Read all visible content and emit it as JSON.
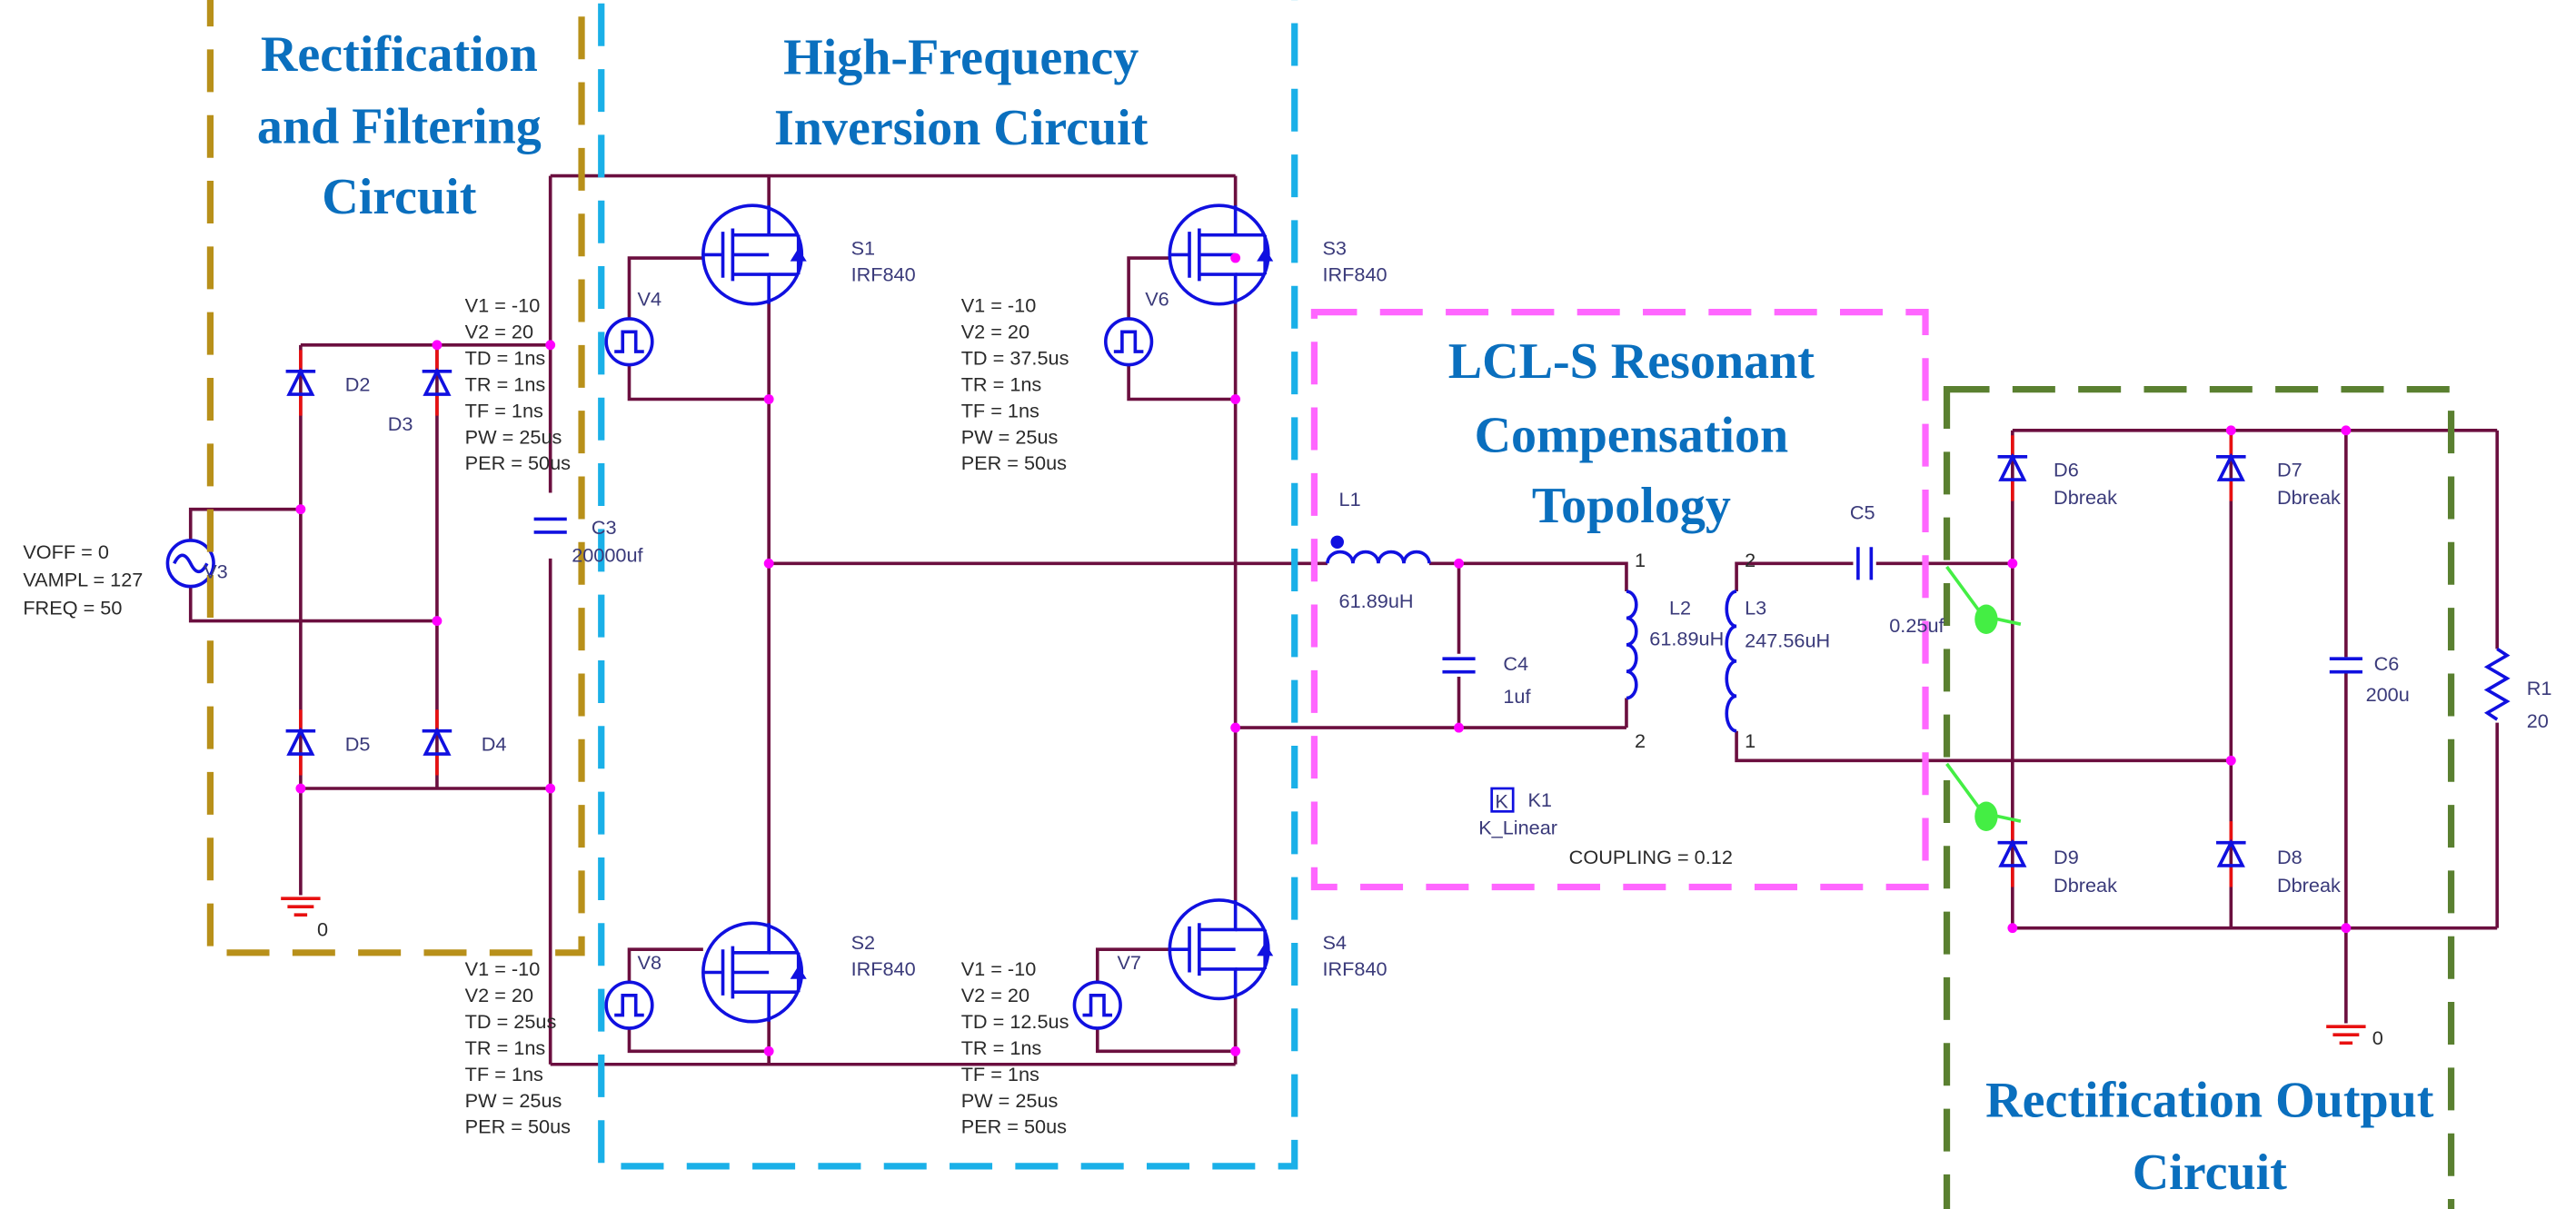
{
  "colors": {
    "rectifier_box": "#B8901A",
    "inverter_box": "#1AB0E8",
    "compensation_box": "#FF66FF",
    "output_box": "#5A8030",
    "title": "#0A6FBE",
    "wire": "#6B0F3F",
    "component": "#1010E0",
    "node": "#FF00FF",
    "probe": "#44EE44"
  },
  "titles": {
    "rectifier": [
      "Rectification",
      "and Filtering",
      "Circuit"
    ],
    "inverter": [
      "High-Frequency",
      "Inversion Circuit"
    ],
    "compensation": [
      "LCL-S Resonant",
      "Compensation",
      "Topology"
    ],
    "output": [
      "Rectification Output",
      "Circuit"
    ]
  },
  "source_v3": {
    "name": "V3",
    "params": [
      "VOFF = 0",
      "VAMPL = 127",
      "FREQ = 50"
    ]
  },
  "pulse_sources": [
    {
      "name": "V4",
      "params": [
        "V1 = -10",
        "V2 = 20",
        "TD = 1ns",
        "TR = 1ns",
        "TF = 1ns",
        "PW = 25us",
        "PER = 50us"
      ]
    },
    {
      "name": "V6",
      "params": [
        "V1 = -10",
        "V2 = 20",
        "TD = 37.5us",
        "TR = 1ns",
        "TF = 1ns",
        "PW = 25us",
        "PER = 50us"
      ]
    },
    {
      "name": "V8",
      "params": [
        "V1 = -10",
        "V2 = 20",
        "TD = 25us",
        "TR = 1ns",
        "TF = 1ns",
        "PW = 25us",
        "PER = 50us"
      ]
    },
    {
      "name": "V7",
      "params": [
        "V1 = -10",
        "V2 = 20",
        "TD = 12.5us",
        "TR = 1ns",
        "TF = 1ns",
        "PW = 25us",
        "PER = 50us"
      ]
    }
  ],
  "mosfets": [
    {
      "name": "S1",
      "model": "IRF840"
    },
    {
      "name": "S3",
      "model": "IRF840"
    },
    {
      "name": "S2",
      "model": "IRF840"
    },
    {
      "name": "S4",
      "model": "IRF840"
    }
  ],
  "input_diodes": [
    {
      "name": "D2"
    },
    {
      "name": "D3"
    },
    {
      "name": "D5"
    },
    {
      "name": "D4"
    }
  ],
  "output_diodes": [
    {
      "name": "D6",
      "model": "Dbreak"
    },
    {
      "name": "D7",
      "model": "Dbreak"
    },
    {
      "name": "D9",
      "model": "Dbreak"
    },
    {
      "name": "D8",
      "model": "Dbreak"
    }
  ],
  "c3": {
    "name": "C3",
    "value": "20000uf"
  },
  "l1": {
    "name": "L1",
    "value": "61.89uH"
  },
  "c4": {
    "name": "C4",
    "value": "1uf"
  },
  "l2": {
    "name": "L2",
    "value": "61.89uH",
    "pin_top": "1",
    "pin_bottom": "2"
  },
  "l3": {
    "name": "L3",
    "value": "247.56uH",
    "pin_top": "2",
    "pin_bottom": "1"
  },
  "c5": {
    "name": "C5",
    "value": "0.25uf"
  },
  "k1": {
    "symbol": "K",
    "name": "K1",
    "model": "K_Linear",
    "coupling": "COUPLING = 0.12"
  },
  "c6": {
    "name": "C6",
    "value": "200u"
  },
  "r1": {
    "name": "R1",
    "value": "20"
  },
  "grounds": [
    "0",
    "0"
  ]
}
